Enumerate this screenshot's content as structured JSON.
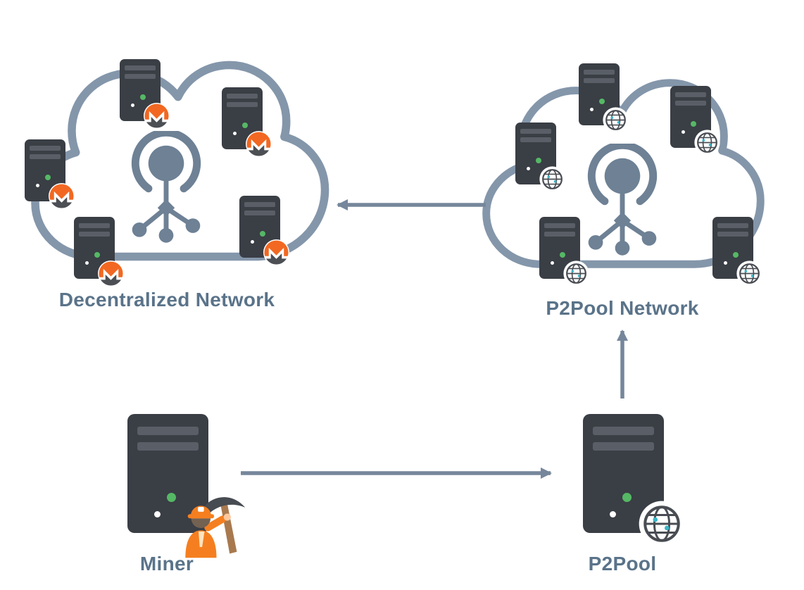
{
  "diagram": {
    "labels": {
      "decentralized_network": "Decentralized Network",
      "p2pool_network": "P2Pool Network",
      "miner": "Miner",
      "p2pool": "P2Pool"
    },
    "clouds": [
      {
        "name": "decentralized-network",
        "label": "Decentralized Network",
        "server_count": 5,
        "server_badge_icon": "monero-icon",
        "center_icon": "network-hub-icon"
      },
      {
        "name": "p2pool-network",
        "label": "P2Pool Network",
        "server_count": 5,
        "server_badge_icon": "globe-icon",
        "center_icon": "network-hub-icon"
      }
    ],
    "nodes": [
      {
        "name": "miner",
        "label": "Miner",
        "icon": "server-icon",
        "badge_icon": "miner-worker-icon"
      },
      {
        "name": "p2pool",
        "label": "P2Pool",
        "icon": "server-icon",
        "badge_icon": "globe-icon"
      }
    ],
    "arrows": [
      {
        "name": "arrow-p2pool-network-to-decentralized",
        "from": "p2pool-network",
        "to": "decentralized-network",
        "direction": "left"
      },
      {
        "name": "arrow-miner-to-p2pool",
        "from": "miner",
        "to": "p2pool",
        "direction": "right"
      },
      {
        "name": "arrow-p2pool-to-p2pool-network",
        "from": "p2pool",
        "to": "p2pool-network",
        "direction": "up"
      }
    ],
    "icons": {
      "monero": "monero-icon",
      "globe": "globe-icon",
      "network_hub": "network-hub-icon",
      "server": "server-icon",
      "miner_worker": "miner-worker-icon"
    },
    "colors": {
      "background": "#ffffff",
      "cloud_outline": "#8496aa",
      "label_text": "#5a7389",
      "arrow": "#76879b",
      "server_body": "#3a3e45",
      "server_stripe": "#5a5f67",
      "led_green": "#55b865",
      "led_white": "#ffffff",
      "monero_orange": "#f26822",
      "hub_icon": "#6e8195",
      "globe_ink": "#494d53",
      "globe_dot": "#3ab5c8",
      "helmet_orange": "#f57f20"
    }
  }
}
